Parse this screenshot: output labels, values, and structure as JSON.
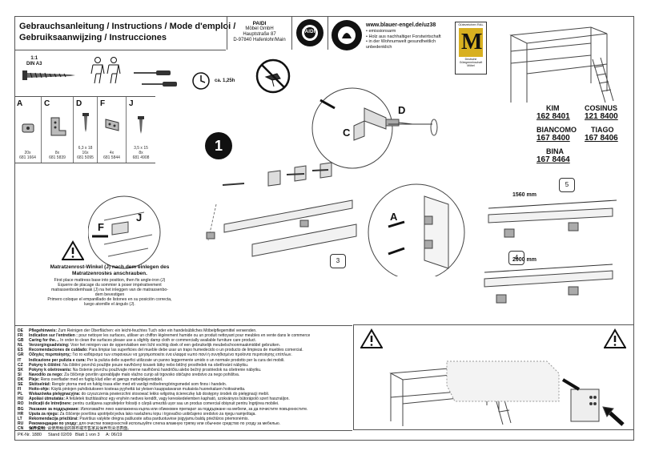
{
  "header": {
    "title": "Gebrauchsanleitung",
    "title_rest": "/ Instructions / Mode d'emploi /",
    "subtitle": "Gebruiksaanwijzing / Instrucciones",
    "company": "PAIDI",
    "address": [
      "Möbel GmbH",
      "Hauptstraße 87",
      "D-97840 Hafenlohr/Main"
    ],
    "logo": "PAIDI",
    "blauer_engel_url": "www.blauer-engel.de/uz38",
    "blauer_engel_points": [
      "emissionsarm",
      "Holz aus nachhaltiger Forstwirtschaft",
      "in der Wohnumwelt gesundheitlich unbedenklich"
    ],
    "mark_top": "Gütezeichen RAL",
    "mark_bottom": [
      "Deutsche",
      "Gütegemeinschaft",
      "Möbel"
    ]
  },
  "tools": {
    "scale": "1:1",
    "paper": "DIN A3",
    "time": "ca. 1,25h"
  },
  "parts": [
    {
      "letter": "A",
      "count": "20x",
      "code": "681 1664"
    },
    {
      "letter": "C",
      "count": "8x",
      "code": "681 5839"
    },
    {
      "letter": "D",
      "size": "6,3 x 18",
      "count": "16x",
      "code": "681 5095"
    },
    {
      "letter": "F",
      "count": "4x",
      "code": "681 5844"
    },
    {
      "letter": "J",
      "size": "3,5 x 15",
      "count": "8x",
      "code": "681 4908"
    }
  ],
  "models": [
    {
      "name": "KIM",
      "number": "162 8401"
    },
    {
      "name": "COSINUS",
      "number": "121 8400"
    },
    {
      "name": "BIANCOMO",
      "number": "167 8400"
    },
    {
      "name": "TIAGO",
      "number": "167 8406"
    },
    {
      "name": "BINA",
      "number": "167 8464"
    }
  ],
  "steps": {
    "step_number": "1",
    "callouts": [
      "A",
      "C",
      "D",
      "F",
      "J"
    ],
    "part_numbers": [
      "3",
      "4",
      "5"
    ],
    "dim_1560": "1560 mm",
    "dim_2000": "2000 mm"
  },
  "caution": {
    "title": "Matratzenrost-Winkel (J) nach dem einlegen des Matratzenrostes anschrauben.",
    "lines": [
      "First place mattress base into position, then fix angle-iron (J)",
      "Equerre de placage du sommier à poser impérativement",
      "matrassenbodemhaak (J) na het inleggen van de matrassenbo-",
      "dem bevestigen",
      "Primero coloque el empanillado de listones en su posición correcta,",
      "luego atornille el ángulo (J)."
    ]
  },
  "care": [
    {
      "cc": "DE",
      "label": "Pflegehinweis:",
      "text": "Zum Reinigen der Oberflächen: ein leicht-feuchtes Tuch oder ein handelsübliches Möbelpflegemittel verwenden."
    },
    {
      "cc": "FR",
      "label": "Indication sur l'entretien :",
      "text": "pour nettoyer les surfaces, utiliser un chiffon légèrement humide ou un produit nettoyant pour meubles en vente dans le commerce"
    },
    {
      "cc": "GB",
      "label": "Caring for the…",
      "text": "In order to clean the surfaces please use a slightly damp cloth or commercially available furniture care product."
    },
    {
      "cc": "NL",
      "label": "Verzorgingsadvising:",
      "text": "Voor het reinigen van de oppervlakken een licht vochtig doek of een gebruikelijk meubelschoonmaakmiddel gebruiken."
    },
    {
      "cc": "ES",
      "label": "Recomendaciones de cuidado:",
      "text": "Para limpiar las superficies del mueble debe usar un trapo humedecido o un producto de limpieza de muebles comercial."
    },
    {
      "cc": "GR",
      "label": "Οδηγίες περιποίησης:",
      "text": "Για το καθάρισμα των επιφανειών να χρησιμοποιείτε ένα ελαφρά νωπό πανί ή συνηθισμένα προϊόντα περιποίησης επίπλων."
    },
    {
      "cc": "IT",
      "label": "Indicazione per pulizia e cura:",
      "text": "Per la pulizia delle superfici utilizzate un panno leggermente umido o un normale prodotto per la cura dei mobili."
    },
    {
      "cc": "CZ",
      "label": "Pokyny k čištění:",
      "text": "Na čištění povrchů použijte pouze navlhčený kousek látky nebo běžný prostředek na ošetřování nábytku."
    },
    {
      "cc": "SK",
      "label": "Pokyny k ošetrovaniu:",
      "text": "Na čistenie povrchu používajte mierne navlhčenú handričku alebo bežný prostriedok na ošetrenie nábytku."
    },
    {
      "cc": "SI",
      "label": "Navodilo za nego:",
      "text": "Za čiščenje površin uporabljajte malo vlažno cunjo ali trgovsko običajno sredstvo za nego pohištva."
    },
    {
      "cc": "DK",
      "label": "Pleje:",
      "text": "Rens overflader med en fugtig klud eller et gængs møbelplejemiddel."
    },
    {
      "cc": "SE",
      "label": "Skötselråd:",
      "text": "Rengör ytorna med en fuktig trasa eller med ett vanligt möbelrengöringsmedel som finns i handeln."
    },
    {
      "cc": "FI",
      "label": "Hoito-ohje:",
      "text": "Käytä pintojen puhdistukseen kosteaa pyyhettä tai yleisen kauppatavaran mukaista huonekaluen hoitoainetta."
    },
    {
      "cc": "PL",
      "label": "Wskazówka pielęgnacyjna:",
      "text": "do czyszczenia powierzchni stosować lekko wilgotną ściereczkę lub dostępny środek do pielęgnacji mebli."
    },
    {
      "cc": "HU",
      "label": "Ápolási útmutatás:",
      "text": "A felületek tisztításához egy enyhén nedves kendőt, vagy kereskedelemben kapható, szokványos bútorápoló szert használjon."
    },
    {
      "cc": "RO",
      "label": "Indicații de întreținere:",
      "text": "pentru curățarea suprafețelor folosiți o cârpă umezită ușor sau un produs comercial obișnuit pentru îngrijirea mobilei."
    },
    {
      "cc": "BG",
      "label": "Указание за поддържане:",
      "text": "Използвайте леко навлажнена кърпа или обикновен препарат за поддържане на мебели, за да почистите повърхностите."
    },
    {
      "cc": "HR",
      "label": "Uputa za njegu:",
      "text": "Za čišćenje površina upotrijebi jedva lako navlaženu krpu i trgovačko uobičajeno sredstvo za njegu namještaja."
    },
    {
      "cc": "LT",
      "label": "Rekomendacija priežiūrai:",
      "text": "Paviršius valykite drėgna pašluoste arba parduotuvėse įsigyjamu baldų priežiūros priemonėmis."
    },
    {
      "cc": "RU",
      "label": "Рекомендации по уходу:",
      "text": "для очистки поверхностей используйте слегка влажную тряпку или обычное средство по уходу за мебелью."
    },
    {
      "cc": "CN",
      "label": "保养说明:",
      "text": "请使用稍湿的抹布或市售家具保养剂清洁表面。"
    }
  ],
  "footer": {
    "pk": "PK-Nr. 1880",
    "stand": "Stand 02/09",
    "sheet": "Blatt 1 von 3",
    "a": "A: 06/19"
  }
}
